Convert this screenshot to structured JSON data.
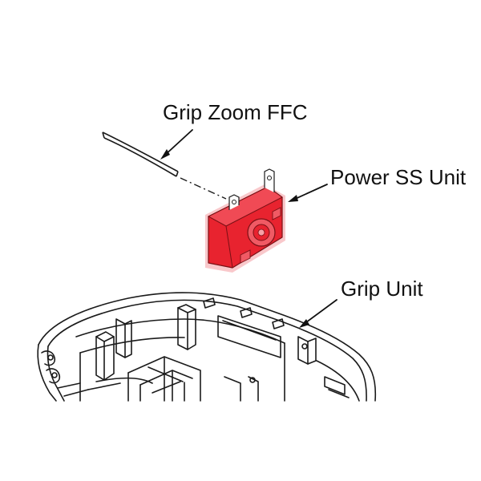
{
  "labels": {
    "grip_zoom_ffc": "Grip Zoom FFC",
    "power_ss_unit": "Power SS Unit",
    "grip_unit": "Grip Unit"
  },
  "colors": {
    "highlight": "#e8232f",
    "line": "#1a1a1a",
    "background": "#ffffff"
  }
}
